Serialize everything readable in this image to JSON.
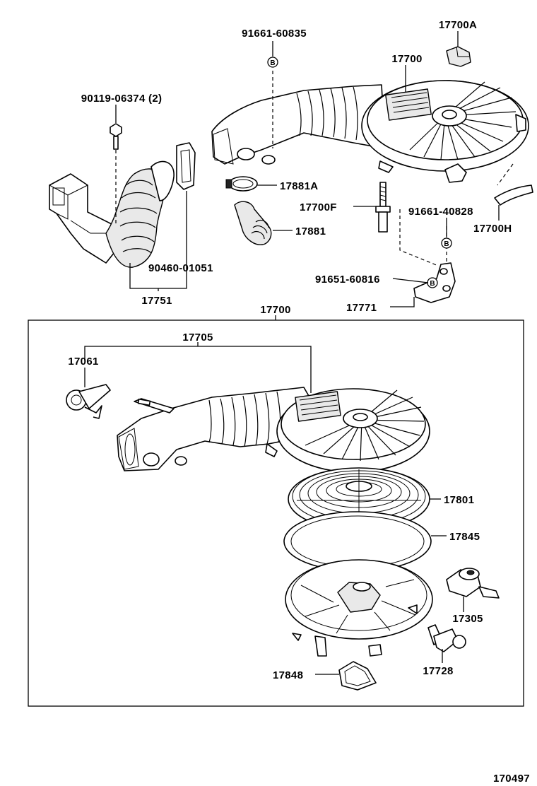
{
  "labels": {
    "p_91661_60835": "91661-60835",
    "p_17700A": "17700A",
    "p_17700_top": "17700",
    "p_90119_06374": "90119-06374 (2)",
    "p_17881A": "17881A",
    "p_17700F": "17700F",
    "p_91661_40828": "91661-40828",
    "p_17700H": "17700H",
    "p_17881": "17881",
    "p_90460_01051": "90460-01051",
    "p_91651_60816": "91651-60816",
    "p_17751": "17751",
    "p_17771": "17771",
    "p_17700_box": "17700",
    "p_17705": "17705",
    "p_17061": "17061",
    "p_17801": "17801",
    "p_17845": "17845",
    "p_17305": "17305",
    "p_17728": "17728",
    "p_17848": "17848",
    "ref_code": "170497"
  },
  "callout_letters": {
    "b1": "B",
    "b2": "B",
    "b3": "B"
  },
  "colors": {
    "line": "#000000",
    "background": "#ffffff",
    "shade": "#e9e9e9"
  }
}
